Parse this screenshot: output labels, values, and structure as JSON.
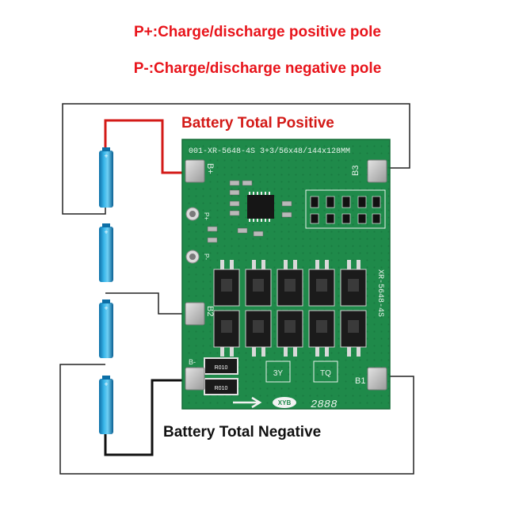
{
  "header": {
    "line1": "P+:Charge/discharge positive pole",
    "line2": "P-:Charge/discharge negative pole"
  },
  "labels": {
    "total_positive": "Battery Total Positive",
    "total_negative": "Battery Total Negative"
  },
  "board": {
    "top_silk": "001-XR-5648-4S  3+3/56x48/144x128MM",
    "side_silk": "XR-5648-4S",
    "pad_b_plus": "B+",
    "pad_b1": "B1",
    "pad_b2": "B2",
    "pad_b3": "B3",
    "pad_p_plus": "P+",
    "pad_p_minus": "P-",
    "pad_b_minus": "B-",
    "badge_3y": "3Y",
    "badge_tq": "TQ",
    "logo": "XYB",
    "code": "2888",
    "resistor_code": "R010",
    "plus_sign": "+"
  },
  "colors": {
    "header_red": "#e8141b",
    "positive_wire": "#d31a17",
    "pcb_green": "#1f8a4a",
    "cell_blue": "#1f9fd6",
    "silver_pad": "#c9c9c9"
  }
}
